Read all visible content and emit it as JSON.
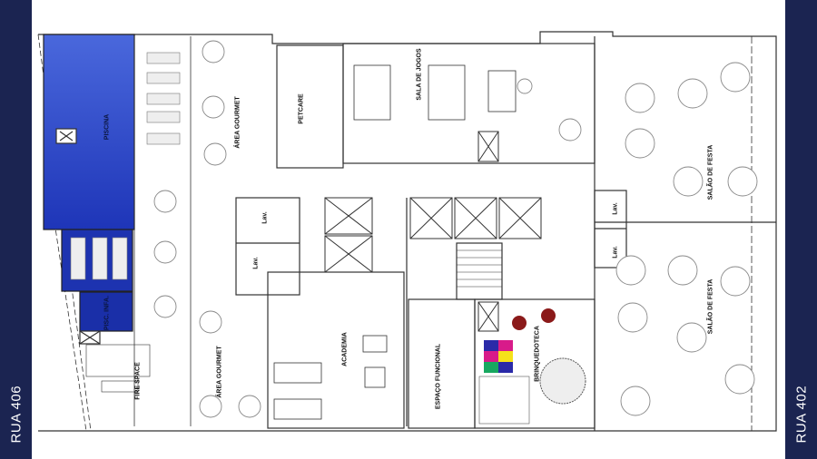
{
  "streets": {
    "left": "RUA 406",
    "right": "RUA 402"
  },
  "rooms": {
    "piscina": "PISCINA",
    "pisc_infa": "PISC. INFA.",
    "fire_space": "FIRE SPACE",
    "area_gourmet_top": "ÁREA GOURMET",
    "area_gourmet_bottom": "ÁREA GOURMET",
    "petcare": "PETCARE",
    "sala_de_jogos": "SALA DE JOGOS",
    "salao_festa_top": "SALÃO DE FESTA",
    "salao_festa_bottom": "SALÃO DE FESTA",
    "lav_1": "Lav.",
    "lav_2": "Lav.",
    "lav_3": "Lav.",
    "lav_4": "Lav.",
    "academia": "ACADEMIA",
    "espaco_funcional": "ESPAÇO FUNCIONAL",
    "brinquedoteca": "BRINQUEDOTECA"
  },
  "colors": {
    "street_bar": "#1b2451",
    "pool_top": "#4563d8",
    "pool_bottom": "#1f36b8",
    "kids_pool": "#1a2fa8"
  }
}
